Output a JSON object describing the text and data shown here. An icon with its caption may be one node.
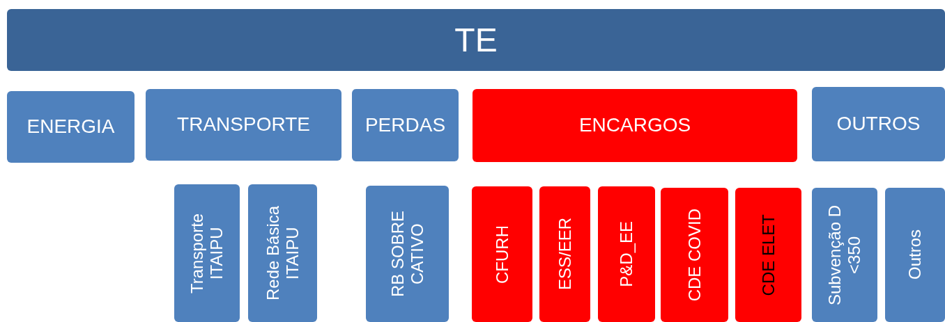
{
  "diagram": {
    "nodes": [
      {
        "text": [
          "TE"
        ]
      },
      {
        "text": [
          "ENERGIA"
        ]
      },
      {
        "text": [
          "TRANSPORTE"
        ]
      },
      {
        "text": [
          "PERDAS"
        ]
      },
      {
        "text": [
          "ENCARGOS"
        ]
      },
      {
        "text": [
          "OUTROS"
        ]
      },
      {
        "text": [
          "Transporte ITAIPU"
        ]
      },
      {
        "text": [
          "Rede Básica ITAIPU"
        ]
      },
      {
        "text": [
          "RB SOBRE CATIVO"
        ]
      },
      {
        "text": [
          "CFURH"
        ]
      },
      {
        "text": [
          "ESS/EER"
        ]
      },
      {
        "text": [
          "P&D_EE"
        ]
      },
      {
        "text": [
          "CDE COVID"
        ]
      },
      {
        "text": [
          "CDE ELET"
        ]
      },
      {
        "text": [
          "Subvenção D <350"
        ]
      },
      {
        "text": [
          "Outros"
        ]
      }
    ],
    "edges": []
  }
}
